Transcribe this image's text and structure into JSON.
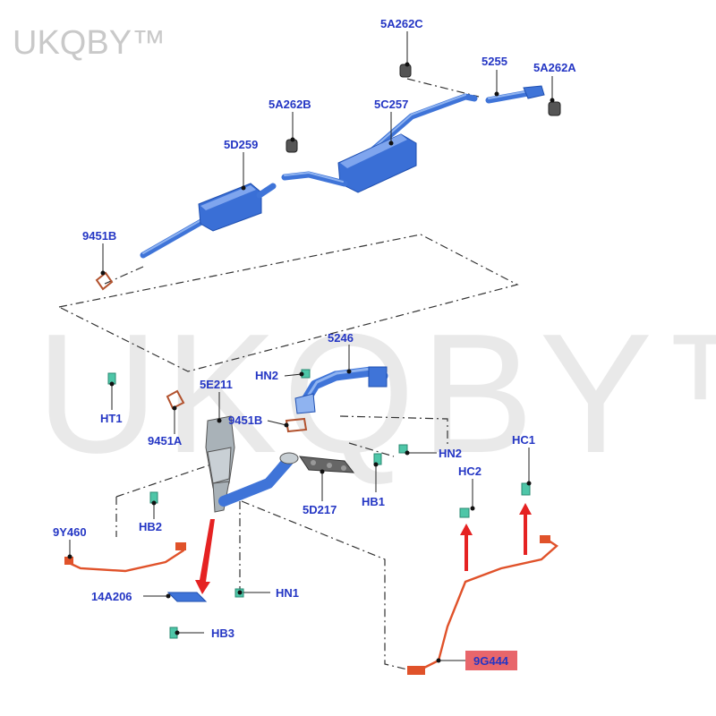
{
  "watermark": {
    "corner": "UKQBY™",
    "center": "UKQBY™"
  },
  "parts": {
    "p5A262C": "5A262C",
    "p5255": "5255",
    "p5A262A": "5A262A",
    "p5A262B": "5A262B",
    "p5C257": "5C257",
    "p5D259": "5D259",
    "p9451B_top": "9451B",
    "p5246": "5246",
    "pHN2_top": "HN2",
    "p5E211": "5E211",
    "pHT1": "HT1",
    "p9451B_mid": "9451B",
    "p9451A": "9451A",
    "pHN2_right": "HN2",
    "pHC1": "HC1",
    "pHC2": "HC2",
    "p5D217": "5D217",
    "pHB1": "HB1",
    "p9Y460": "9Y460",
    "pHB2": "HB2",
    "p14A206": "14A206",
    "pHN1": "HN1",
    "pHB3": "HB3",
    "p9G444": "9G444"
  },
  "colors": {
    "label": "#2436c4",
    "pipe": "#3f74d8",
    "wire": "#e0522a",
    "arrow": "#e52222",
    "highlight": "#e8666b",
    "fastener": "#4ec6a8"
  },
  "highlighted_part": "9G444"
}
